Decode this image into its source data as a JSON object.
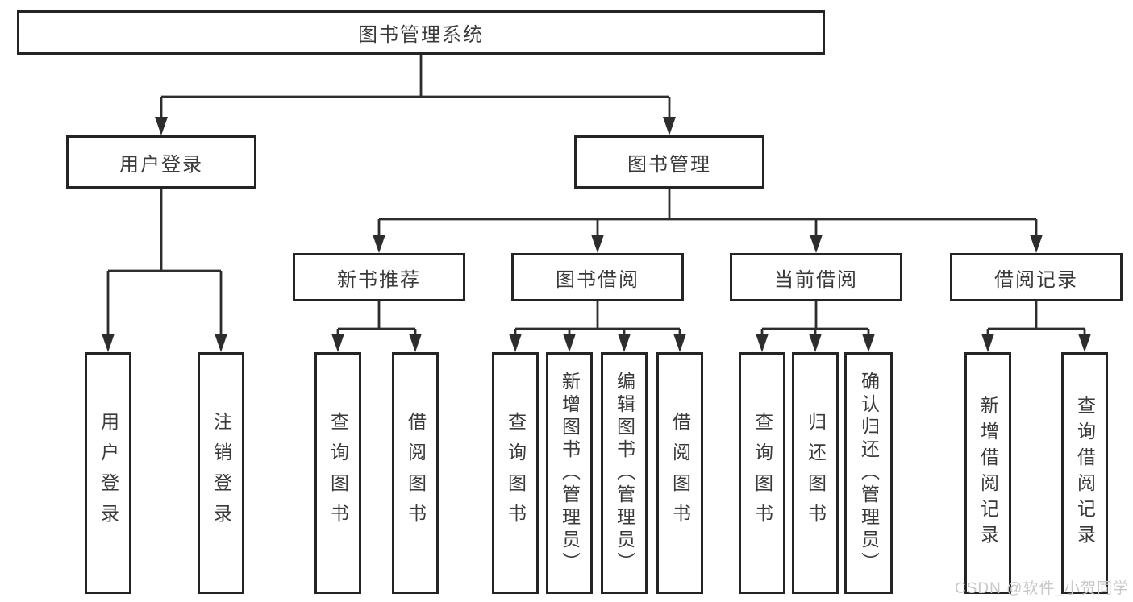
{
  "diagram": {
    "kind": "hierarchy-diagram",
    "colors": {
      "line": "#2d2d2d",
      "box_border": "#242424",
      "box_background": "#ffffff",
      "text": "#3a3a3a",
      "watermark_text": "#c7c8ca",
      "page_background": "#ffffff"
    },
    "watermark": "CSDN @软件_小贺同学",
    "tree": {
      "root": {
        "label": "图书管理系统"
      },
      "branches": [
        {
          "label": "用户登录",
          "children": [
            {
              "label": "用户登录"
            },
            {
              "label": "注销登录"
            }
          ]
        },
        {
          "label": "图书管理",
          "children": [
            {
              "label": "新书推荐",
              "children": [
                {
                  "label": "查询图书"
                },
                {
                  "label": "借阅图书"
                }
              ]
            },
            {
              "label": "图书借阅",
              "children": [
                {
                  "label": "查询图书"
                },
                {
                  "label": "新增图书（管理员）"
                },
                {
                  "label": "编辑图书（管理员）"
                },
                {
                  "label": "借阅图书"
                }
              ]
            },
            {
              "label": "当前借阅",
              "children": [
                {
                  "label": "查询图书"
                },
                {
                  "label": "归还图书"
                },
                {
                  "label": "确认归还（管理员）"
                }
              ]
            },
            {
              "label": "借阅记录",
              "children": [
                {
                  "label": "新增借阅记录"
                },
                {
                  "label": "查询借阅记录"
                }
              ]
            }
          ]
        }
      ]
    }
  }
}
